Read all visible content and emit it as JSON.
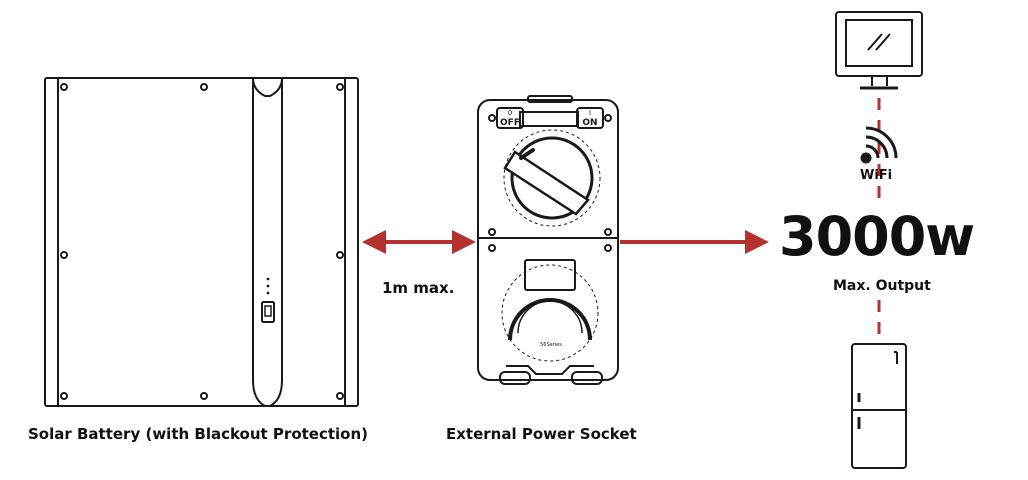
{
  "devices": {
    "battery": {
      "name": "solar-battery",
      "caption": "Solar Battery (with Blackout Protection)"
    },
    "socket": {
      "name": "external-power-socket",
      "caption": "External Power Socket",
      "off_number": "0",
      "off_label": "OFF",
      "on_number": "I",
      "on_label": "ON",
      "brand_text": "56Series"
    },
    "monitor": {
      "name": "monitor"
    },
    "fridge": {
      "name": "fridge"
    }
  },
  "connections": {
    "battery_to_socket": {
      "caption": "1m max."
    }
  },
  "output": {
    "wifi_label": "WiFi",
    "power_value": "3000w",
    "power_caption": "Max. Output"
  },
  "colors": {
    "arrow": "#b5312f",
    "outline": "#1a1a1a",
    "background": "#ffffff"
  }
}
